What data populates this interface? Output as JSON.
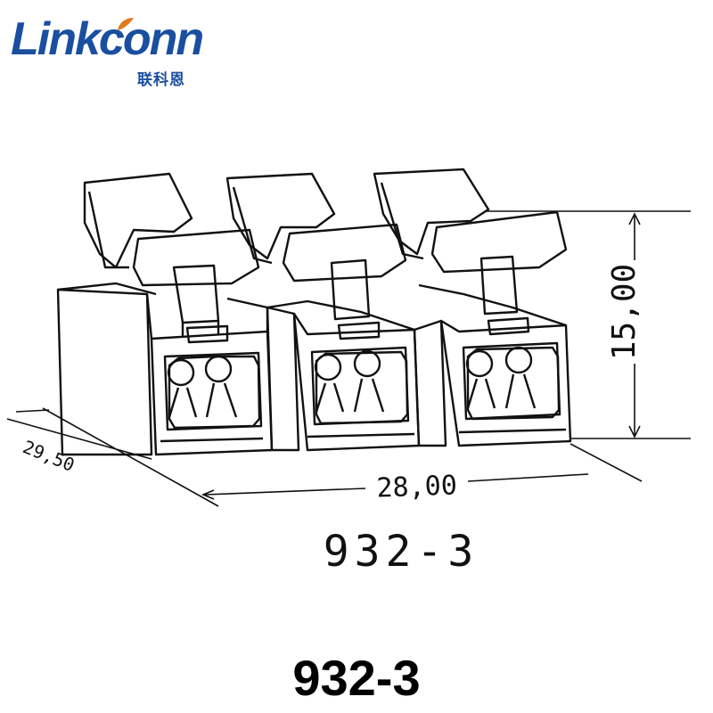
{
  "logo": {
    "brand": "Linkconn",
    "chinese": "联科恩",
    "brand_color": "#1a4fa0",
    "leaf_color": "#e07a1a"
  },
  "drawing": {
    "dim_height": "15,00",
    "dim_width": "28,00",
    "dim_depth": "29,50",
    "part_label": "932-3"
  },
  "caption": "932-3"
}
